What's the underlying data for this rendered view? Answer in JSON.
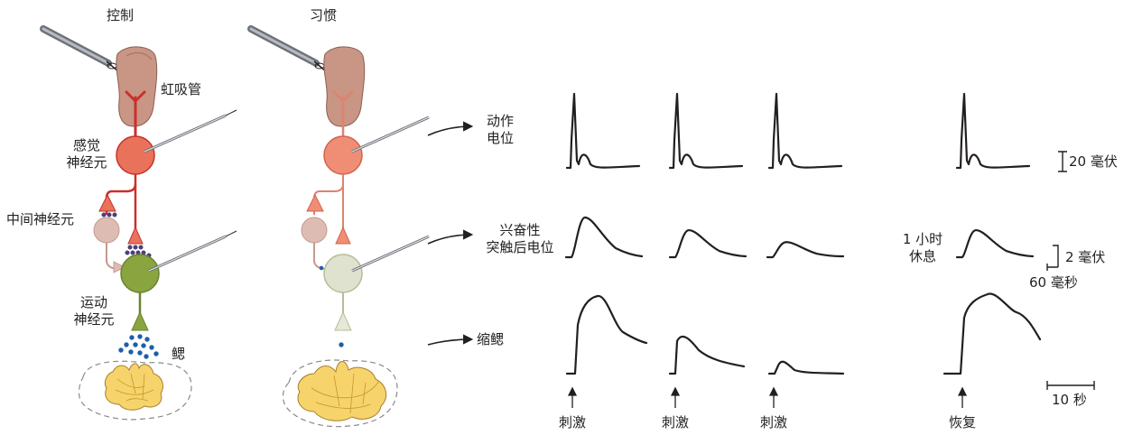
{
  "panels": {
    "control": {
      "title": "控制",
      "siphon": "虹吸管",
      "sensory_neuron": [
        "感觉",
        "神经元"
      ],
      "interneuron": "中间神经元",
      "motor_neuron": [
        "运动",
        "神经元"
      ],
      "gill": "鳃"
    },
    "habituation": {
      "title": "习惯"
    }
  },
  "rows": {
    "action_potential": [
      "动作",
      "电位"
    ],
    "epsp": [
      "兴奋性",
      "突触后电位"
    ],
    "gill_withdrawal": "缩鳃"
  },
  "rest_label": [
    "1 小时",
    "休息"
  ],
  "scale": {
    "ap": "20 毫伏",
    "epsp_v": "2 毫伏",
    "epsp_t": "60 毫秒",
    "withdrawal_t": "10 秒"
  },
  "stimulus_labels": [
    "刺激",
    "刺激",
    "刺激",
    "恢复"
  ],
  "colors": {
    "sensory": "#e8735a",
    "sensory_dark": "#c9302c",
    "motor": "#8aa43f",
    "interneuron": "#ddbdb3",
    "gill": "#f7d36b",
    "dots_purple": "#4a3f7a",
    "dots_blue": "#1f5fa8",
    "trace": "#231f20"
  }
}
